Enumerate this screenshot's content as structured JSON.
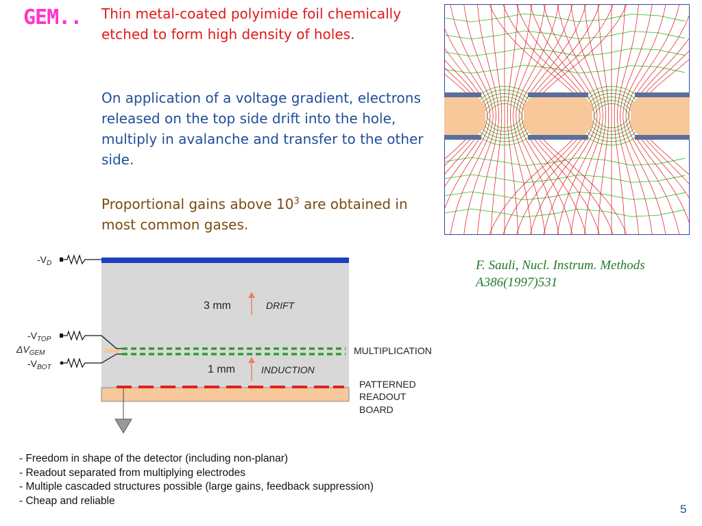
{
  "title": "GEM..",
  "paragraphs": {
    "p1": "Thin metal-coated polyimide foil chemically etched  to form high density of holes",
    "p1_end": ".",
    "p2": "On application of a voltage gradient, electrons  released on the top side drift into the hole, multiply in avalanche and transfer to the other side.",
    "p3_before": "Proportional gains above 10",
    "p3_sup": "3",
    "p3_after": " are obtained in most common gases."
  },
  "citation": {
    "line1": "F. Sauli, Nucl. Instrum. Methods",
    "line2": "A386(1997)531"
  },
  "schematic": {
    "vd_label": "-V",
    "vd_sub": "D",
    "vtop_label": "-V",
    "vtop_sub": "TOP",
    "dvgem_label": "ΔV",
    "dvgem_sub": "GEM",
    "vbot_label": "-V",
    "vbot_sub": "BOT",
    "drift_gap": "3 mm",
    "drift_label": "DRIFT",
    "induction_gap": "1 mm",
    "induction_label": "INDUCTION",
    "multiplication_label": "MULTIPLICATION",
    "readout_line1": "PATTERNED",
    "readout_line2": "READOUT",
    "readout_line3": "BOARD"
  },
  "bullets": [
    "- Freedom in shape of the detector (including non-planar)",
    "- Readout separated from multiplying electrodes",
    "- Multiple cascaded structures possible (large gains, feedback suppression)",
    "- Cheap and reliable"
  ],
  "page_number": "5",
  "colors": {
    "title": "#ff33cc",
    "para1": "#e01818",
    "para2": "#1f4e9a",
    "para3": "#7a4a10",
    "citation": "#1f7a2a",
    "drift_electrode": "#1a3fbf",
    "gem_foil": "#2aa02a",
    "readout_strips": "#e02020",
    "readout_board": "#f7c89a"
  }
}
